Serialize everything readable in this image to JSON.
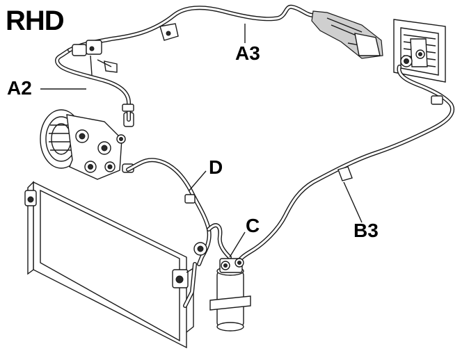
{
  "diagram": {
    "title": "RHD",
    "labels": {
      "a3": "A3",
      "a2": "A2",
      "d": "D",
      "c": "C",
      "b3": "B3"
    }
  }
}
